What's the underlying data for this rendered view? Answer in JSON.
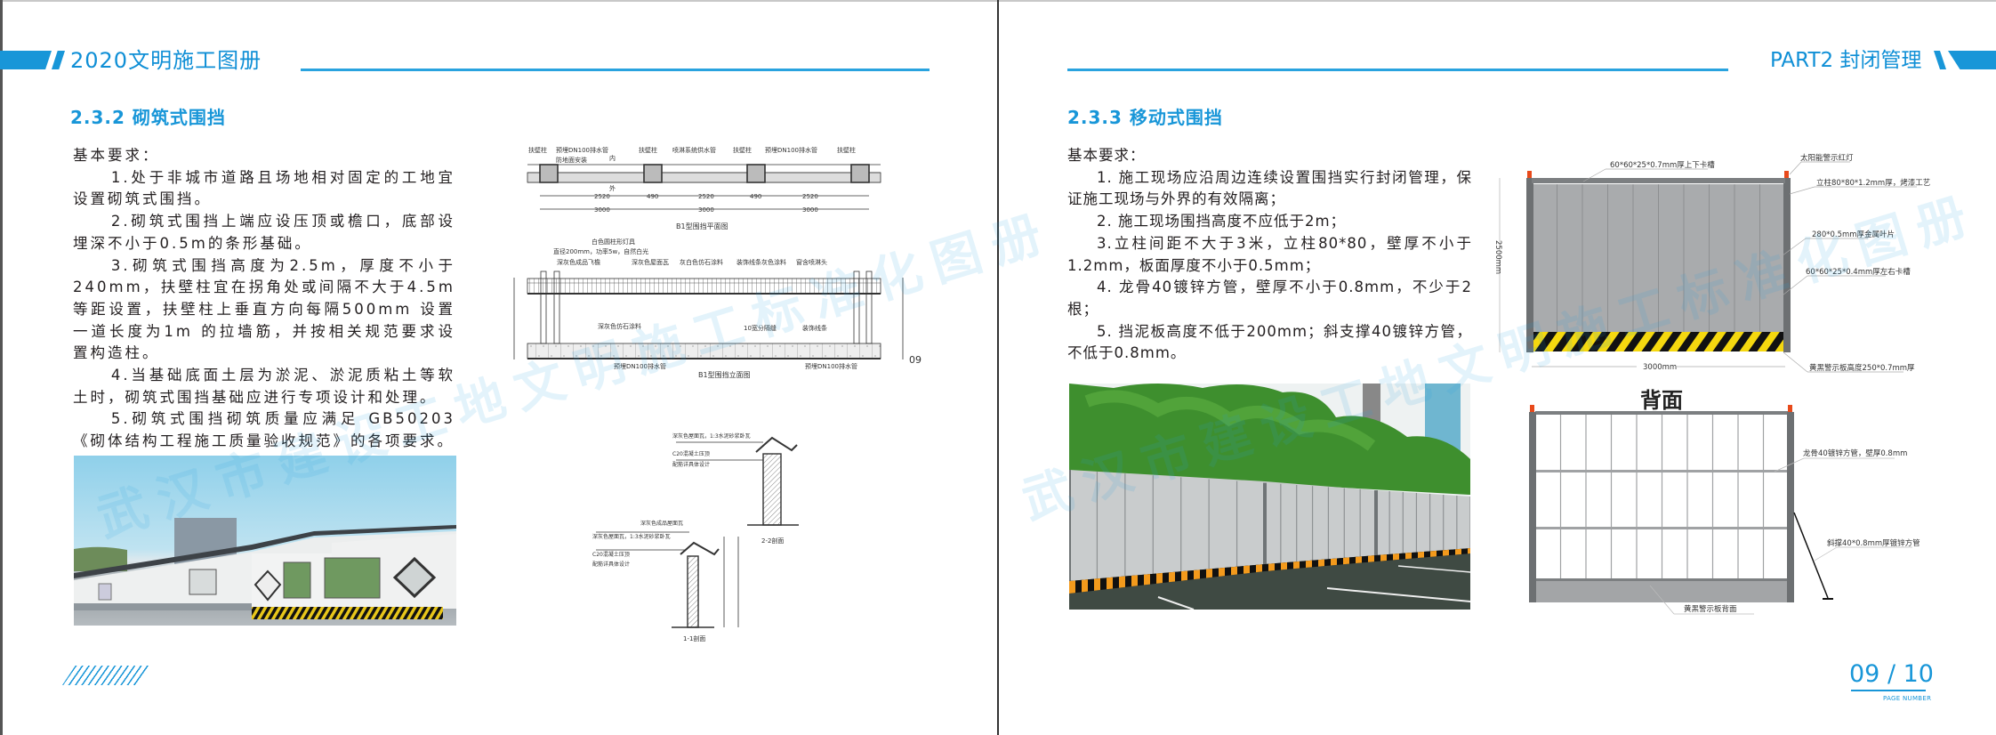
{
  "left_page": {
    "header_title": "2020文明施工图册",
    "section_title": "2.3.2 砌筑式围挡",
    "requirements_label": "基本要求：",
    "requirements": [
      "1.处于非城市道路且场地相对固定的工地宜设置砌筑式围挡。",
      "2.砌筑式围挡上端应设压顶或檐口，底部设埋深不小于0.5m的条形基础。",
      "3.砌筑式围挡高度为2.5m，厚度不小于240mm，扶壁柱宜在拐角处或间隔不大于4.5m 等距设置，扶壁柱上垂直方向每隔500mm 设置一道长度为1m 的拉墙筋，并按相关规范要求设置构造柱。",
      "4.当基础底面土层为淤泥、淤泥质粘土等软土时，砌筑式围挡基础应进行专项设计和处理。",
      "5.砌筑式围挡砌筑质量应满足 GB50203《砌体结构工程施工质量验收规范》的各项要求。"
    ],
    "drawing": {
      "plan_caption": "B1型围挡平面图",
      "elevation_caption": "B1型围挡立面图",
      "section_1_caption": "1-1剖面",
      "section_2_caption": "2-2剖面",
      "sheet_no": "09",
      "plan_labels": [
        "扶壁柱",
        "预埋DN100排水管",
        "防地面安装",
        "扶壁柱",
        "喷淋系统供水管",
        "扶壁柱",
        "预埋DN100排水管",
        "扶壁柱"
      ],
      "plan_dims": [
        "2520",
        "490",
        "2520",
        "490",
        "2520",
        "3000",
        "3000",
        "3000"
      ],
      "inner_label": "内",
      "outer_label": "外",
      "elevation_labels": [
        "白色圆柱形灯具",
        "直径200mm，功率5w，自然白光",
        "深灰色成品飞檐",
        "深灰色屋面瓦",
        "灰白色仿石涂料",
        "装饰线条灰色涂料",
        "窗含喷淋头",
        "深灰色仿石涂料",
        "10宽分隔缝",
        "装饰线条",
        "预埋DN100排水管",
        "预埋DN100排水管"
      ],
      "section_labels": [
        "深灰色屋面瓦，1:3水泥砂浆卧瓦",
        "C20混凝土压顶",
        "配筋详具体设计",
        "深灰色成品屋面瓦",
        "深灰色屋面瓦，1:3水泥砂浆卧瓦",
        "C20混凝土压顶",
        "配筋详具体设计"
      ]
    }
  },
  "right_page": {
    "header_title": "PART2 封闭管理",
    "section_title": "2.3.3 移动式围挡",
    "requirements_label": "基本要求：",
    "requirements": [
      "1. 施工现场应沿周边连续设置围挡实行封闭管理，保证施工现场与外界的有效隔离；",
      "2. 施工现场围挡高度不应低于2m；",
      "3.立柱间距不大于3米，立柱80*80，壁厚不小于1.2mm，板面厚度不小于0.5mm；",
      "4. 龙骨40镀锌方管，壁厚不小于0.8mm，不少于2根；",
      "5. 挡泥板高度不低于200mm；斜支撑40镀锌方管，不低于0.8mm。"
    ],
    "front_diagram": {
      "labels": {
        "top_channel": "60*60*25*0.7mm厚上下卡槽",
        "warning_light": "太阳能警示红灯",
        "post": "立柱80*80*1.2mm厚，烤漆工艺",
        "blade": "280*0.5mm厚金属叶片",
        "side_channel": "60*60*25*0.4mm厚左右卡槽",
        "width": "3000mm",
        "height": "2500mm",
        "warning_board": "黄黑警示板高度250*0.7mm厚"
      }
    },
    "back_diagram": {
      "title": "背面",
      "labels": {
        "keel": "龙骨40镀锌方管，壁厚0.8mm",
        "brace": "斜撑40*0.8mm厚镀锌方管",
        "warning_board_back": "黄黑警示板背面"
      }
    },
    "page_number": "09 / 10",
    "page_number_label": "PAGE NUMBER"
  },
  "watermark": "武汉市建设工地文明施工标准化图册",
  "colors": {
    "accent": "#1896d8",
    "post": "#6d7072",
    "panel": "#a9abad",
    "warning_yellow": "#f5d80f",
    "warning_orange": "#f39a1c"
  }
}
